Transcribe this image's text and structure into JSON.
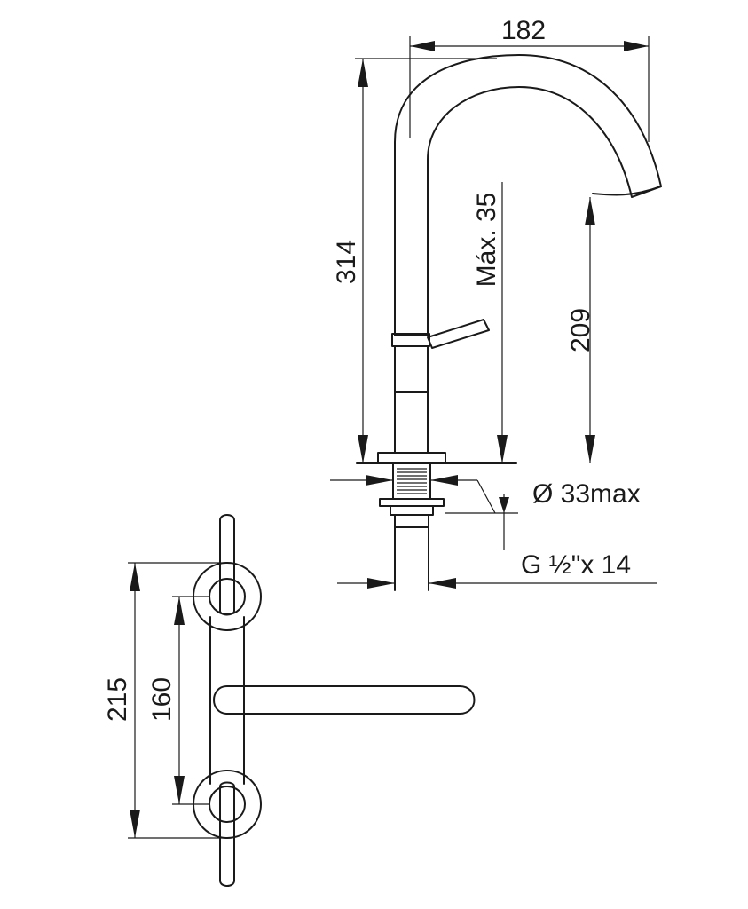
{
  "dimensions": {
    "width_top": "182",
    "total_height": "314",
    "max_thickness": "Máx. 35",
    "spout_height": "209",
    "hole_diameter": "Ø 33max",
    "thread": "G ½\"x 14",
    "handle_span": "215",
    "center_span": "160"
  }
}
